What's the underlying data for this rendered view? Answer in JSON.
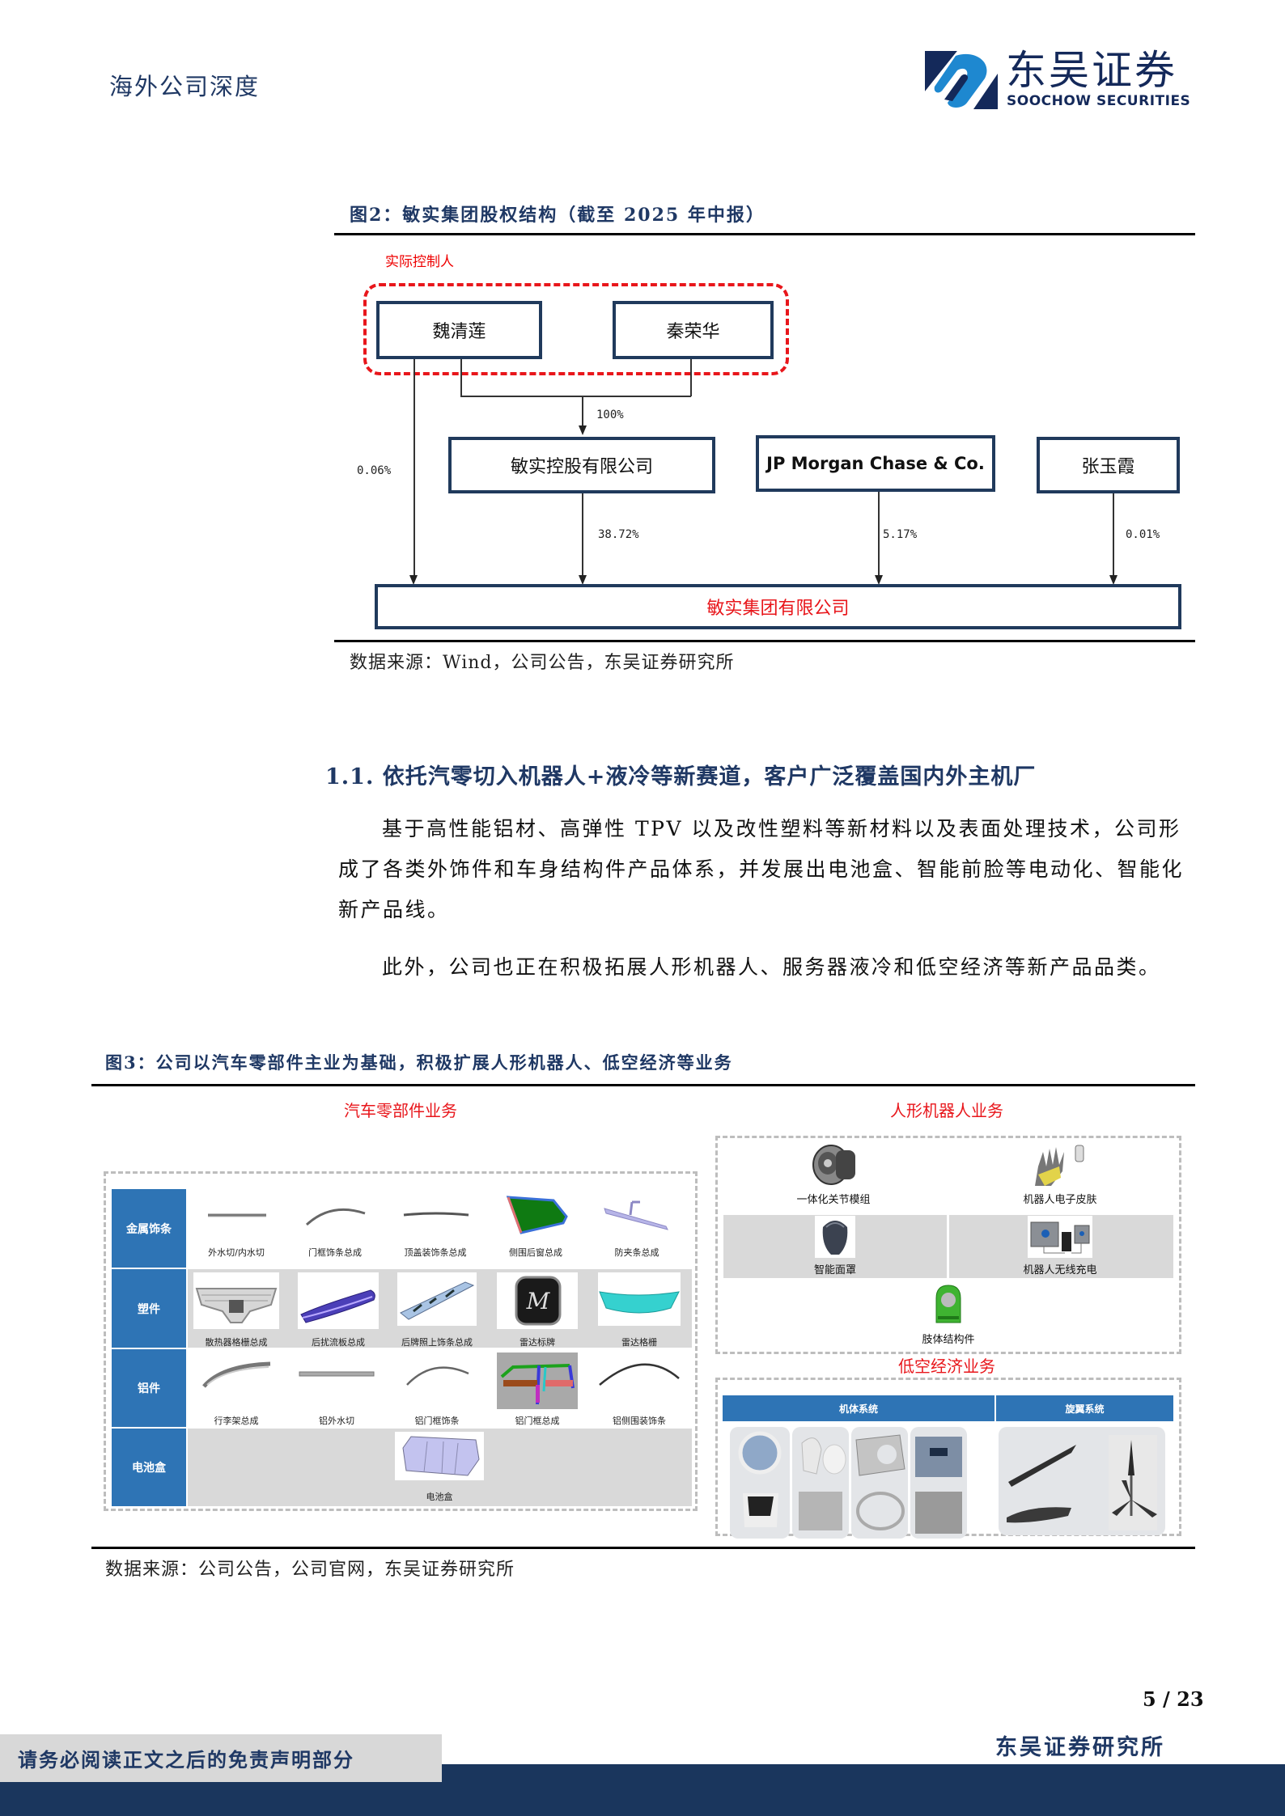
{
  "header": {
    "section_label": "海外公司深度",
    "logo_cn": "东吴证券",
    "logo_en": "SOOCHOW SECURITIES",
    "brand_colors": {
      "navy": "#14295a",
      "blue": "#1e88d0"
    }
  },
  "figure2": {
    "title": "图2：敏实集团股权结构（截至 2025 年中报）",
    "controller_label": "实际控制人",
    "nodes": {
      "person1": "魏清莲",
      "person2": "秦荣华",
      "holding": "敏实控股有限公司",
      "jpm": "JP Morgan Chase & Co.",
      "person3": "张玉霞",
      "target": "敏实集团有限公司"
    },
    "edges": {
      "controllers_to_holding": "100%",
      "person1_to_target": "0.06%",
      "holding_to_target": "38.72%",
      "jpm_to_target": "5.17%",
      "person3_to_target": "0.01%"
    },
    "source": "数据来源：Wind，公司公告，东吴证券研究所"
  },
  "section": {
    "heading": "1.1.  依托汽零切入机器人+液冷等新赛道，客户广泛覆盖国内外主机厂",
    "para1_line1": "基于高性能铝材、高弹性 TPV 以及改性塑料等新材料以及表面处理技术，公司形",
    "para1_line2": "成了各类外饰件和车身结构件产品体系，并发展出电池盒、智能前脸等电动化、智能化",
    "para1_line3": "新产品线。",
    "para2": "此外，公司也正在积极拓展人形机器人、服务器液冷和低空经济等新产品品类。"
  },
  "figure3": {
    "title": "图3：公司以汽车零部件主业为基础，积极扩展人形机器人、低空经济等业务",
    "auto": {
      "title": "汽车零部件业务",
      "rows": [
        {
          "category": "金属饰条",
          "items": [
            "外水切/内水切",
            "门框饰条总成",
            "顶盖装饰条总成",
            "侧围后窗总成",
            "防夹条总成"
          ]
        },
        {
          "category": "塑件",
          "items": [
            "散热器格栅总成",
            "后扰流板总成",
            "后牌照上饰条总成",
            "雷达标牌",
            "雷达格栅"
          ]
        },
        {
          "category": "铝件",
          "items": [
            "行李架总成",
            "铝外水切",
            "铝门框饰条",
            "铝门框总成",
            "铝侧围装饰条"
          ]
        },
        {
          "category": "电池盒",
          "items": [
            "电池盒"
          ]
        }
      ]
    },
    "robot": {
      "title": "人形机器人业务",
      "items": [
        "一体化关节模组",
        "机器人电子皮肤",
        "智能面罩",
        "机器人无线充电",
        "肢体结构件"
      ]
    },
    "lowalt": {
      "title": "低空经济业务",
      "headers": [
        "机体系统",
        "旋翼系统"
      ]
    },
    "source": "数据来源：公司公告，公司官网，东吴证券研究所"
  },
  "footer": {
    "page": "5 / 23",
    "org": "东吴证券研究所",
    "disclaimer": "请务必阅读正文之后的免责声明部分"
  }
}
